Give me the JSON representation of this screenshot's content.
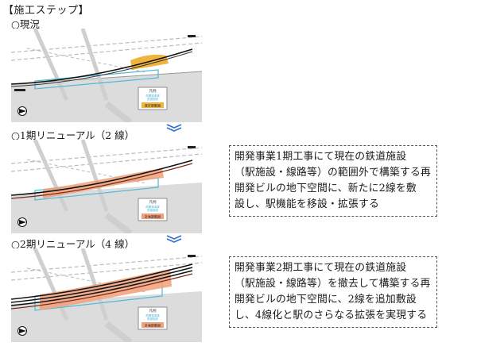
{
  "title": "【施工ステップ】",
  "steps": [
    {
      "label": "○現況",
      "legend_title": "凡例",
      "legend_items": [
        "再開発事業",
        "鉄道施設"
      ],
      "legend_key": "既存駅範囲"
    },
    {
      "label": "○1期リニューアル（2 線）",
      "legend_title": "凡例",
      "legend_items": [
        "再開発事業",
        "鉄道施設"
      ],
      "legend_key": "計画駅範囲"
    },
    {
      "label": "○2期リニューアル（4 線）",
      "legend_title": "凡例",
      "legend_items": [
        "再開発事業",
        "鉄道施設"
      ],
      "legend_key": "計画駅範囲"
    }
  ],
  "descriptions": [
    [
      "開発事業1期工事にて現在の鉄道施設",
      "（駅施設・線路等）の範囲外で構築する再",
      "開発ビルの地下空間に、新たに2線を敷",
      "設し、駅機能を移設・拡張する"
    ],
    [
      "開発事業2期工事にて現在の鉄道施設",
      "（駅施設・線路等）を撤去して構築する再",
      "開発ビルの地下空間に、2線を追加敷設",
      "し、4線化と駅のさらなる拡張を実現する"
    ]
  ],
  "colors": {
    "existing_station": "#f0b43c",
    "planned_station": "#f0a07a",
    "track": "#111111",
    "redevelopment_outline": "#4fb8d8",
    "road_fill": "#dcdcdc"
  }
}
